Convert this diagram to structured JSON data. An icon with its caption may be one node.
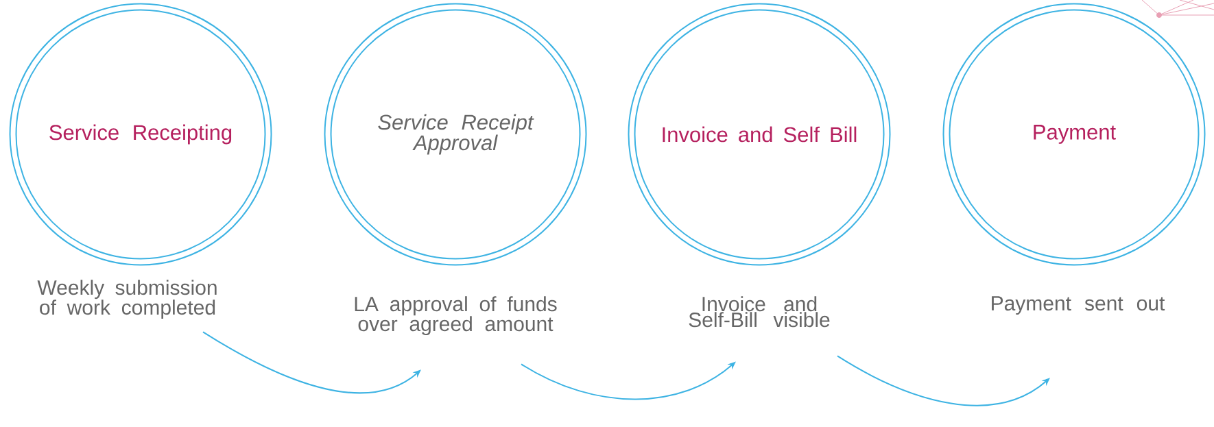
{
  "diagram": {
    "nodes": [
      {
        "text": [
          "Service Receipting"
        ]
      },
      {
        "text": [
          "Service Receipt Approval"
        ]
      },
      {
        "text": [
          "Invoice and Self Bill"
        ]
      },
      {
        "text": [
          "Payment"
        ]
      },
      {
        "text": [
          "Weekly submission of work completed"
        ]
      },
      {
        "text": [
          "LA approval of funds over agreed amount"
        ]
      },
      {
        "text": [
          "Invoice and Self-Bill visible"
        ]
      },
      {
        "text": [
          "Payment sent out"
        ]
      }
    ],
    "edges": [
      {
        "from": 4,
        "to": 5,
        "arrow": "to"
      },
      {
        "from": 5,
        "to": 6,
        "arrow": "to"
      },
      {
        "from": 6,
        "to": 7,
        "arrow": "to"
      }
    ]
  }
}
